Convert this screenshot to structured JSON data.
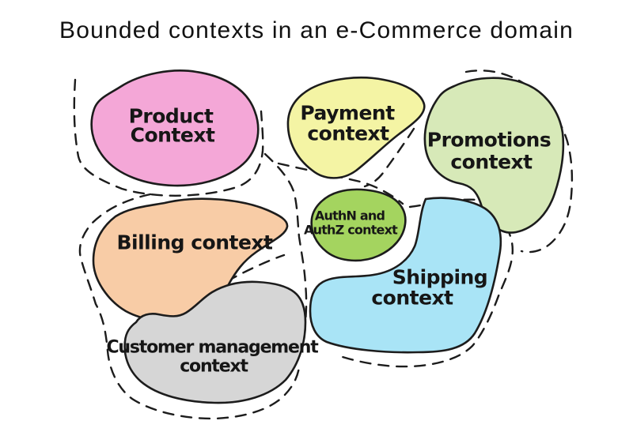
{
  "title": "Bounded contexts in an e-Commerce domain",
  "colors": {
    "background": "#ffffff",
    "outline": "#1c1c1c",
    "dashed_line": "#1c1c1c",
    "text": "#161616"
  },
  "contexts": [
    {
      "id": "product",
      "label": "Product Context",
      "lines": [
        "Product",
        "Context"
      ],
      "color": "#f4a7d7"
    },
    {
      "id": "payment",
      "label": "Payment context",
      "lines": [
        "Payment",
        "context"
      ],
      "color": "#f4f4a4"
    },
    {
      "id": "promotions",
      "label": "Promotions context",
      "lines": [
        "Promotions",
        "context"
      ],
      "color": "#d7e9b8"
    },
    {
      "id": "authn",
      "label": "AuthN and AuthZ context",
      "lines": [
        "AuthN and",
        "AuthZ context"
      ],
      "color": "#a4d45f"
    },
    {
      "id": "billing",
      "label": "Billing context",
      "lines": [
        "Billing context"
      ],
      "color": "#f8cca6"
    },
    {
      "id": "shipping",
      "label": "Shipping context",
      "lines": [
        "Shipping",
        "context"
      ],
      "color": "#a9e4f6"
    },
    {
      "id": "customer",
      "label": "Customer management context",
      "lines": [
        "Customer management",
        "context"
      ],
      "color": "#d6d6d6"
    }
  ]
}
